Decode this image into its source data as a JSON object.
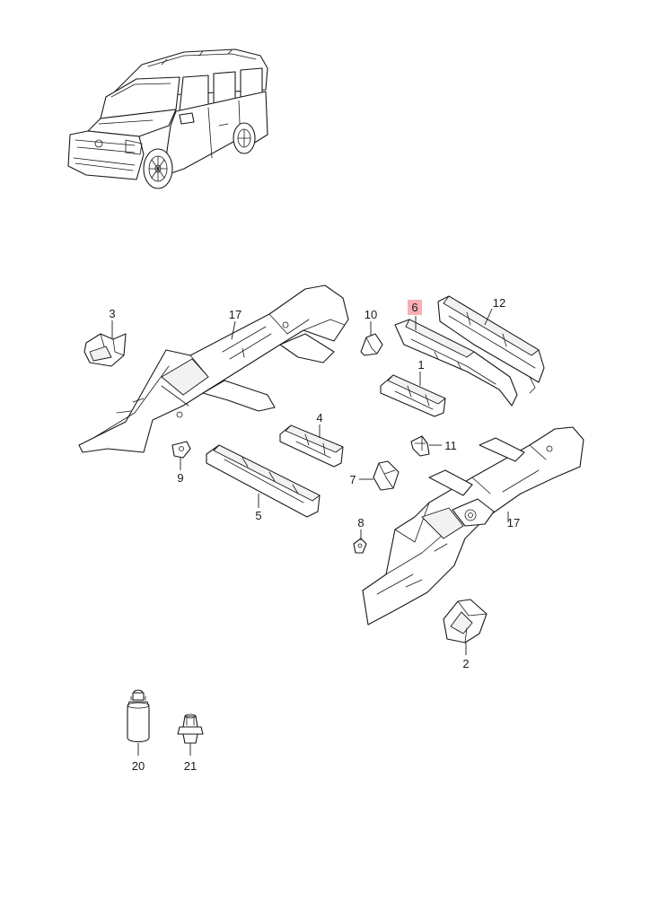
{
  "callouts": {
    "p1": "1",
    "p2": "2",
    "p3": "3",
    "p4": "4",
    "p5": "5",
    "p6": "6",
    "p7": "7",
    "p8": "8",
    "p9": "9",
    "p10": "10",
    "p11": "11",
    "p12": "12",
    "p17a": "17",
    "p17b": "17",
    "p20": "20",
    "p21": "21"
  },
  "highlighted_callout": "6",
  "colors": {
    "line": "#1a1a1a",
    "highlight": "#f6b0b6",
    "background": "#ffffff"
  }
}
